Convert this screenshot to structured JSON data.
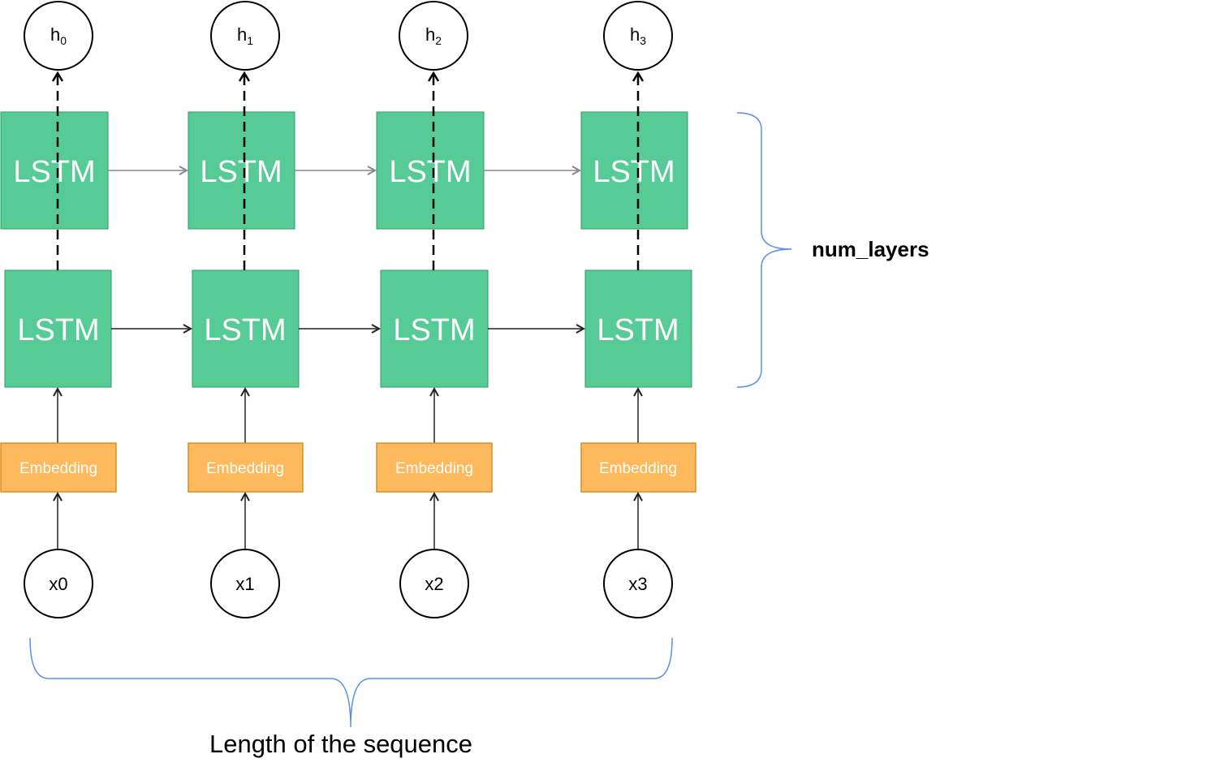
{
  "diagram": {
    "lstm_label": "LSTM",
    "embedding_label": "Embedding",
    "inputs": [
      "x0",
      "x1",
      "x2",
      "x3"
    ],
    "outputs": [
      {
        "base": "h",
        "sub": "0"
      },
      {
        "base": "h",
        "sub": "1"
      },
      {
        "base": "h",
        "sub": "2"
      },
      {
        "base": "h",
        "sub": "3"
      }
    ],
    "layers_label": "num_layers",
    "sequence_label": "Length of the sequence",
    "colors": {
      "lstm_fill": "#57cb96",
      "lstm_border": "#2e9e6a",
      "embedding_fill": "#fdb95c",
      "embedding_border": "#d98e25",
      "brace": "#5b8def",
      "recurrent_arrow_top": "#888888",
      "recurrent_arrow_bottom": "#222222"
    }
  }
}
